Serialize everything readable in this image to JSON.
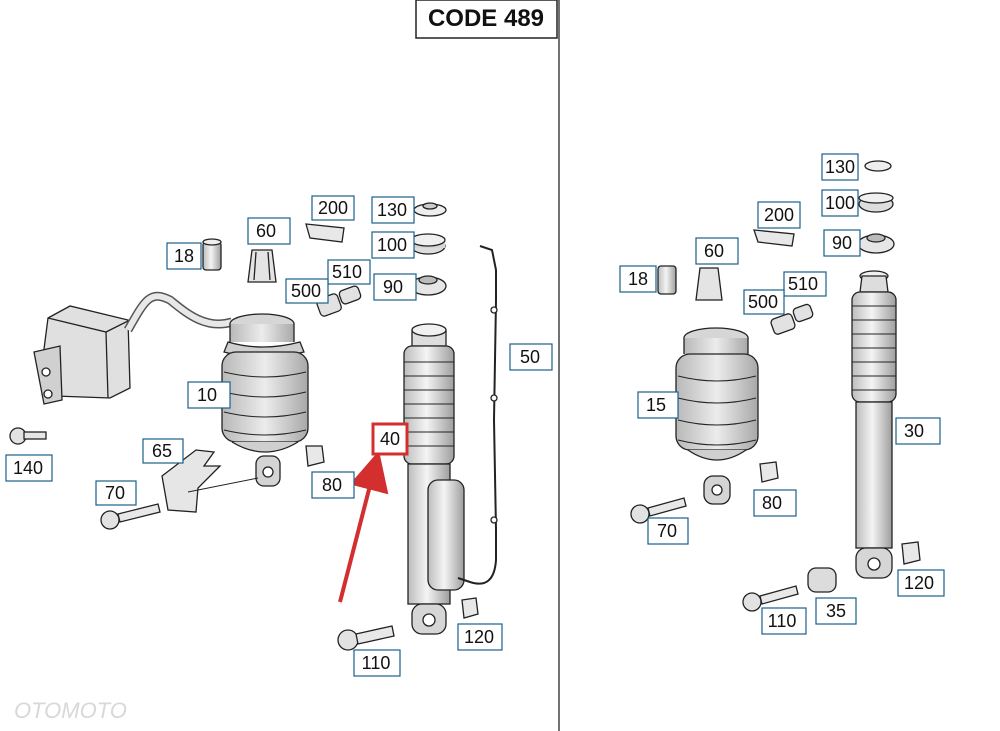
{
  "header": {
    "code_label": "CODE 489"
  },
  "watermark": "OTOMOTO",
  "colors": {
    "highlight": "#d32f2f",
    "label_border": "#1a5f8a",
    "line": "#222222",
    "part_fill": "#e6e6e6"
  },
  "left_panel": {
    "labels": {
      "l18": "18",
      "l60": "60",
      "l200": "200",
      "l130": "130",
      "l100": "100",
      "l510": "510",
      "l500": "500",
      "l90": "90",
      "l50": "50",
      "l10": "10",
      "l40": "40",
      "l65": "65",
      "l80": "80",
      "l140": "140",
      "l70": "70",
      "l110": "110",
      "l120": "120"
    },
    "highlighted_label": "40"
  },
  "right_panel": {
    "labels": {
      "r130": "130",
      "r100": "100",
      "r200": "200",
      "r90": "90",
      "r60": "60",
      "r18": "18",
      "r510": "510",
      "r500": "500",
      "r15": "15",
      "r30": "30",
      "r80": "80",
      "r70": "70",
      "r120": "120",
      "r110": "110",
      "r35": "35"
    }
  }
}
